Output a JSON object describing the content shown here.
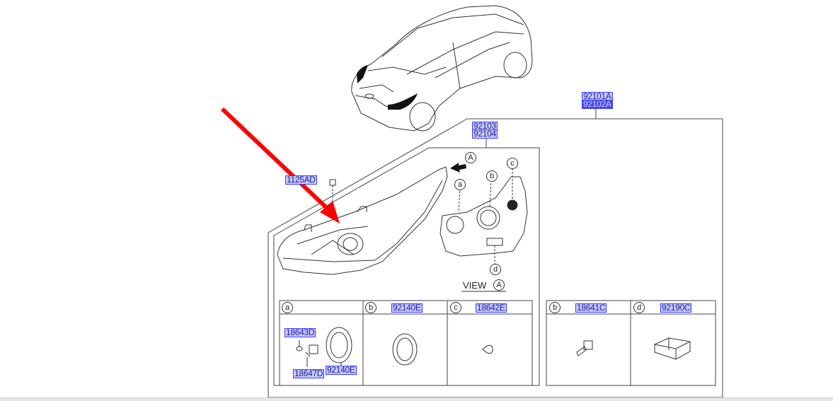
{
  "diagram": {
    "assembly_labels": {
      "main_left": "92101A",
      "main_right": "92102A",
      "headlamp_left": "92103",
      "headlamp_right": "92104",
      "bolt": "1125AD"
    },
    "view": {
      "label": "VIEW",
      "marker": "A",
      "callouts": [
        "a",
        "b",
        "c",
        "d"
      ]
    },
    "parts_table_left": [
      {
        "key": "a",
        "part": "",
        "items": [
          "18643D",
          "18647D",
          "92140E"
        ]
      },
      {
        "key": "b",
        "part": "92140E",
        "items": []
      },
      {
        "key": "c",
        "part": "18642E",
        "items": []
      }
    ],
    "parts_table_right": [
      {
        "key": "b",
        "part": "18641C"
      },
      {
        "key": "d",
        "part": "92190C"
      }
    ],
    "annotation": {
      "type": "arrow",
      "color": "#ff0000"
    },
    "colors": {
      "label_bg": "#c8ccff",
      "label_border": "#3a3aff",
      "label_text": "#1a1aa0",
      "selected_bg": "#4a4ae8"
    }
  }
}
